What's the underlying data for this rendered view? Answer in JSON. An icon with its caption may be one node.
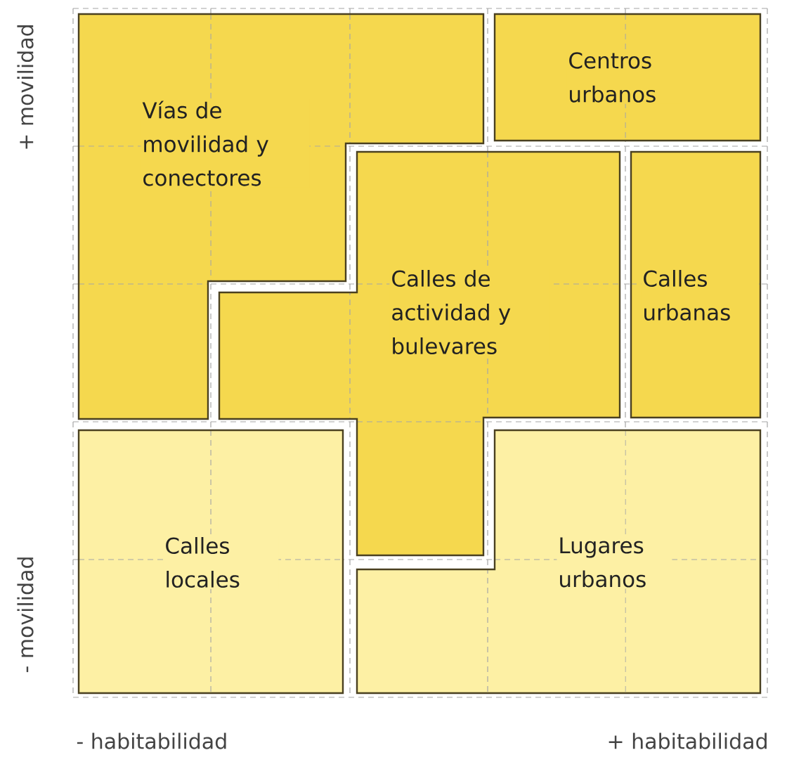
{
  "diagram": {
    "nodes": [
      {
        "text": [
          "Vías de movilidad y conectores"
        ]
      },
      {
        "text": [
          "Centros urbanos"
        ]
      },
      {
        "text": [
          "Calles de actividad y bulevares"
        ]
      },
      {
        "text": [
          "Calles urbanas"
        ]
      },
      {
        "text": [
          "Calles locales"
        ]
      },
      {
        "text": [
          "Lugares urbanos"
        ]
      }
    ],
    "labels": [
      "+ movilidad",
      "- movilidad",
      "- habitabilidad",
      "+ habitabilidad"
    ]
  }
}
